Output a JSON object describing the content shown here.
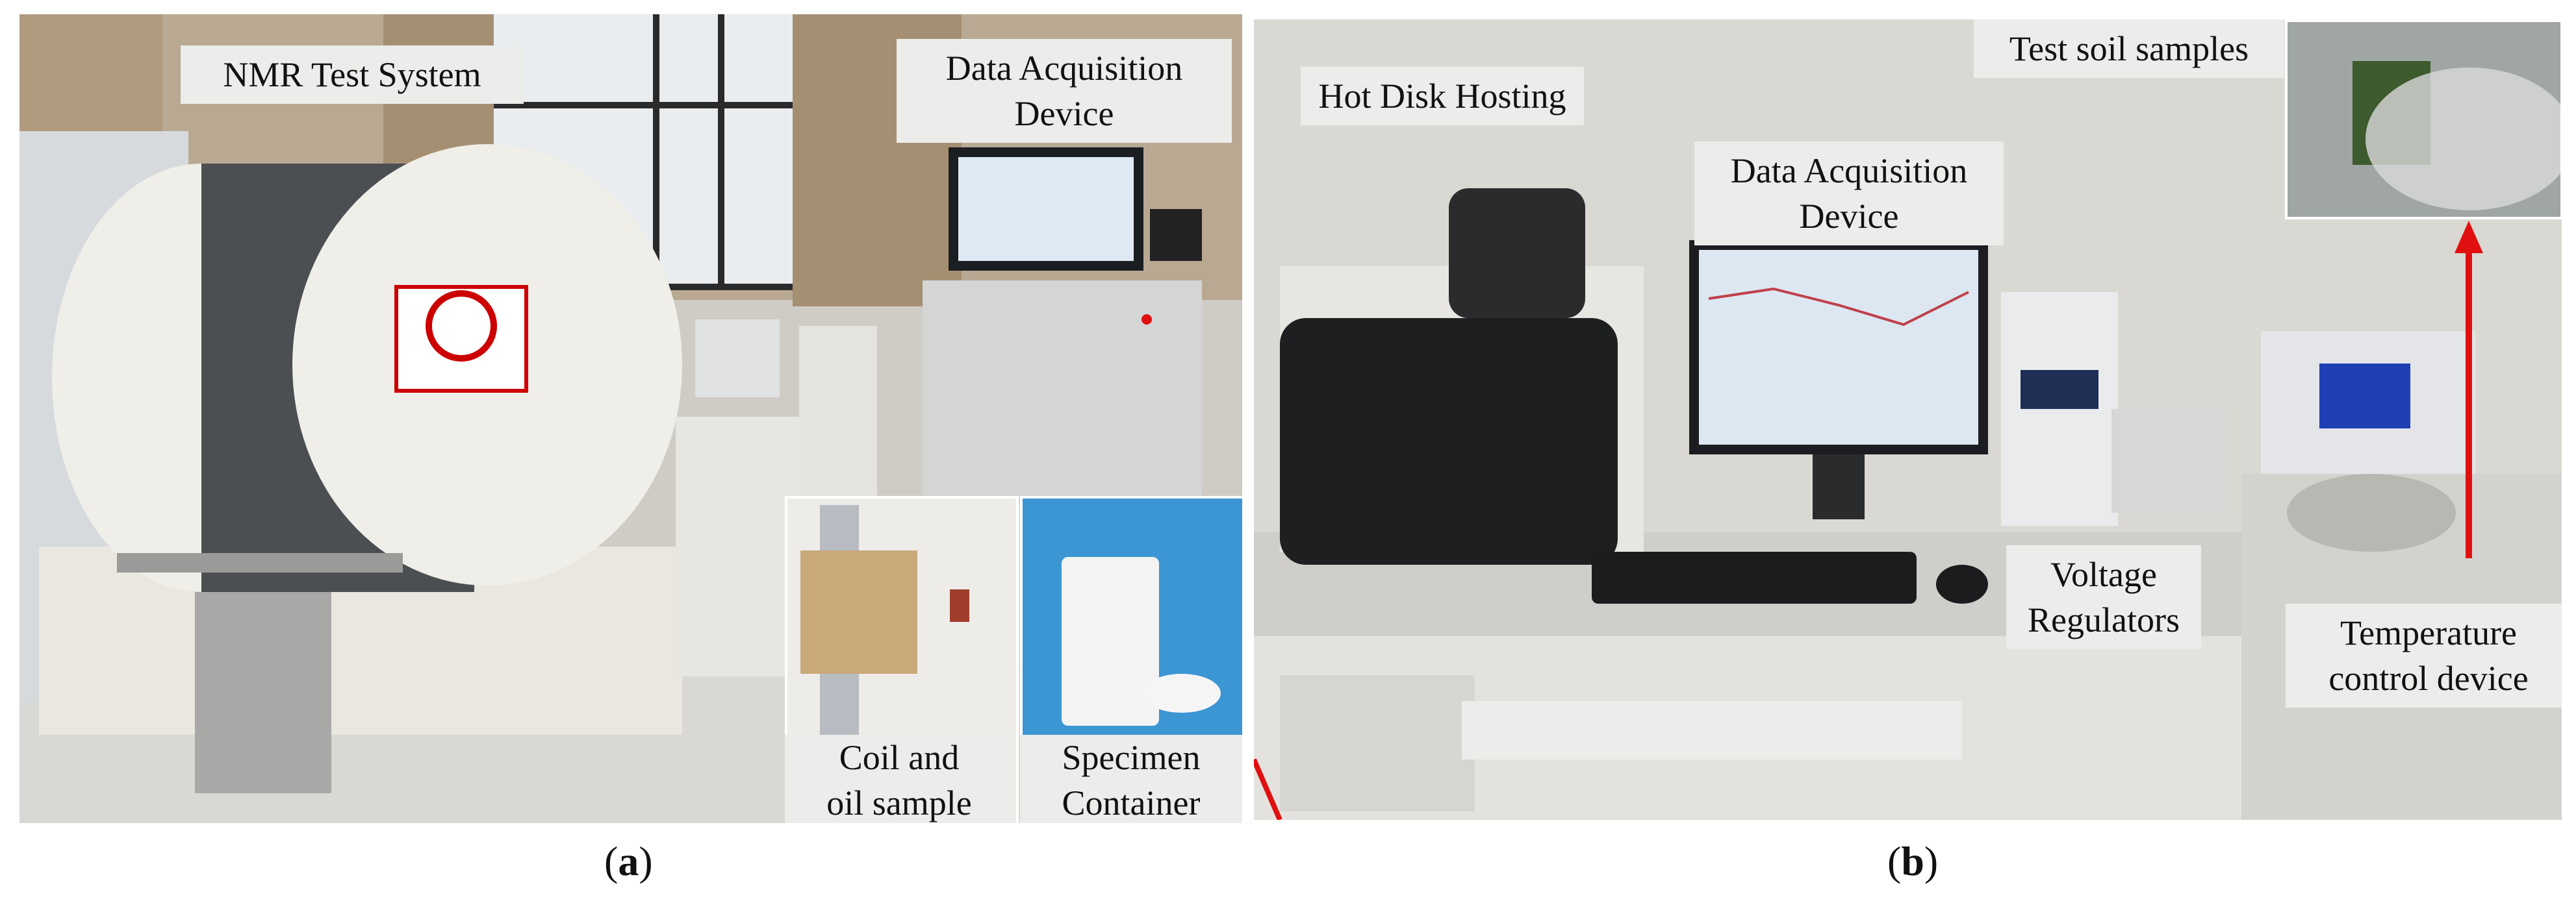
{
  "panel_a": {
    "caption_open": "(",
    "caption_letter": "a",
    "caption_close": ")",
    "labels": {
      "nmr": "NMR Test  System",
      "daq_line1": "Data Acquisition",
      "daq_line2": "Device",
      "coil_line1": "Coil and",
      "coil_line2": "oil sample",
      "spec_line1": "Specimen",
      "spec_line2": "Container"
    }
  },
  "panel_b": {
    "caption_open": "(",
    "caption_letter": "b",
    "caption_close": ")",
    "labels": {
      "hot_disk": "Hot Disk Hosting",
      "daq_line1": "Data Acquisition",
      "daq_line2": "Device",
      "soil": "Test soil samples",
      "volt_line1": "Voltage",
      "volt_line2": "Regulators",
      "temp_line1": "Temperature",
      "temp_line2": "control device"
    }
  },
  "colors": {
    "label_bg": "#ececea",
    "arrow": "#e01010",
    "inset_blue": "#2f8fcf"
  }
}
